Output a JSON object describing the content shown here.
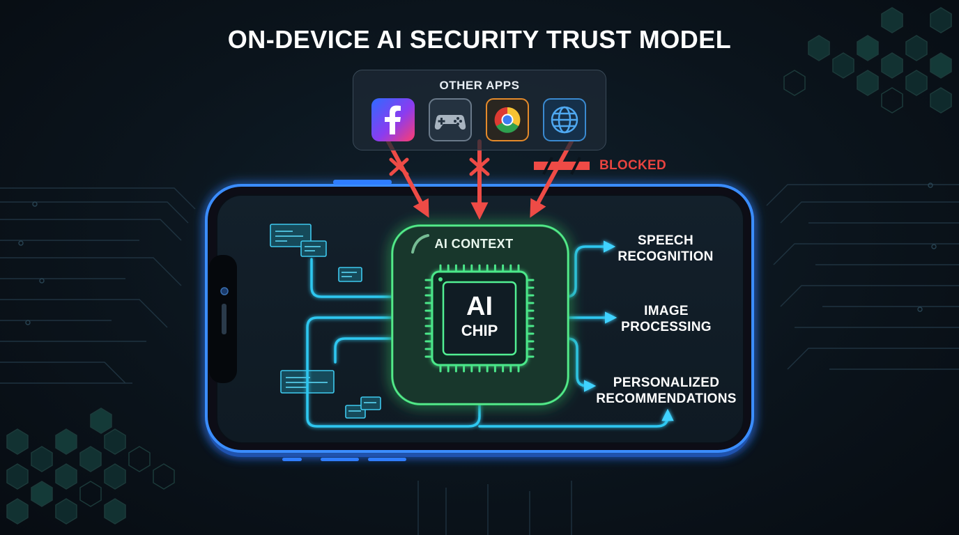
{
  "title": "ON-DEVICE AI SECURITY TRUST MODEL",
  "other_apps": {
    "label": "OTHER APPS",
    "apps": [
      {
        "name": "facebook",
        "icon": "facebook-icon"
      },
      {
        "name": "game",
        "icon": "gamepad-icon"
      },
      {
        "name": "chrome",
        "icon": "chrome-icon"
      },
      {
        "name": "browser",
        "icon": "globe-icon"
      }
    ]
  },
  "blocked_label": "BLOCKED",
  "ai_context_label": "AI CONTEXT",
  "chip": {
    "title": "AI",
    "subtitle": "CHIP"
  },
  "outputs": {
    "speech": [
      "SPEECH",
      "RECOGNITION"
    ],
    "image": [
      "IMAGE",
      "PROCESSING"
    ],
    "recommendations": [
      "PERSONALIZED",
      "RECOMMENDATIONS"
    ]
  },
  "colors": {
    "background": "#0b141c",
    "phone_outline": "#2f7dff",
    "flow": "#2ec7f0",
    "context_green": "#3fe07a",
    "blocked_red": "#e8433f"
  }
}
